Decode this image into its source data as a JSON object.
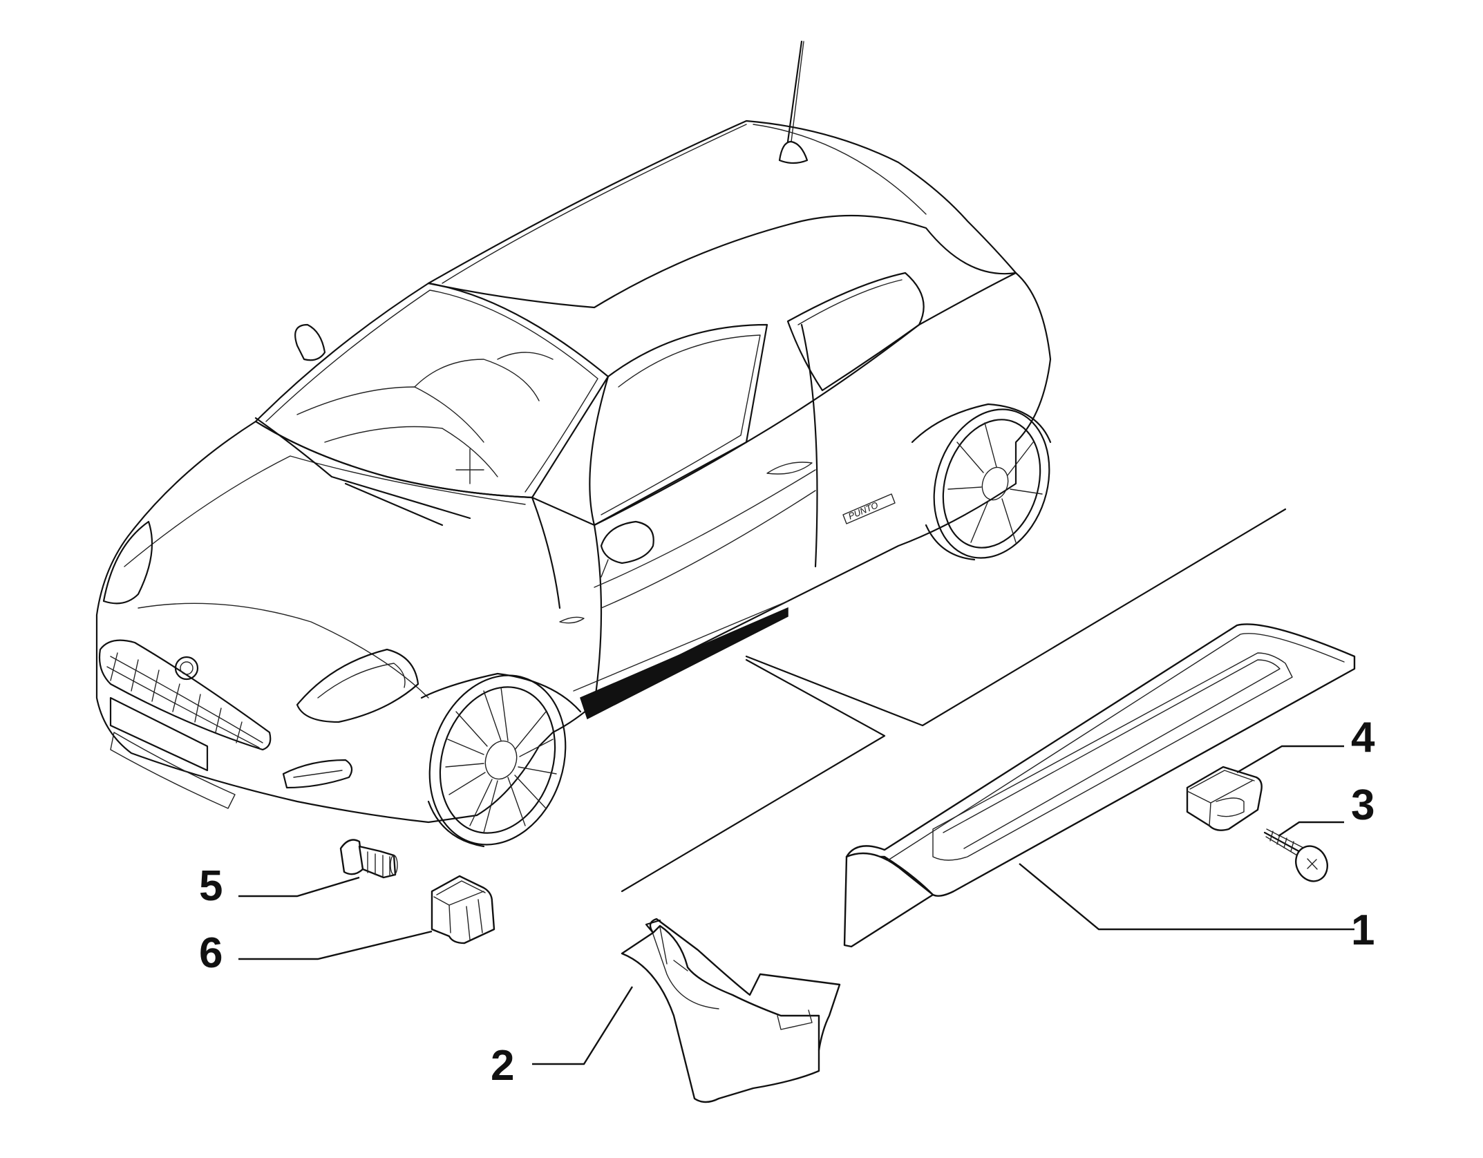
{
  "callouts": [
    {
      "id": "1",
      "label": "1"
    },
    {
      "id": "2",
      "label": "2"
    },
    {
      "id": "3",
      "label": "3"
    },
    {
      "id": "4",
      "label": "4"
    },
    {
      "id": "5",
      "label": "5"
    },
    {
      "id": "6",
      "label": "6"
    }
  ],
  "badge_text": "PUNTO",
  "colors": {
    "line": "#111111",
    "background": "#ffffff"
  }
}
